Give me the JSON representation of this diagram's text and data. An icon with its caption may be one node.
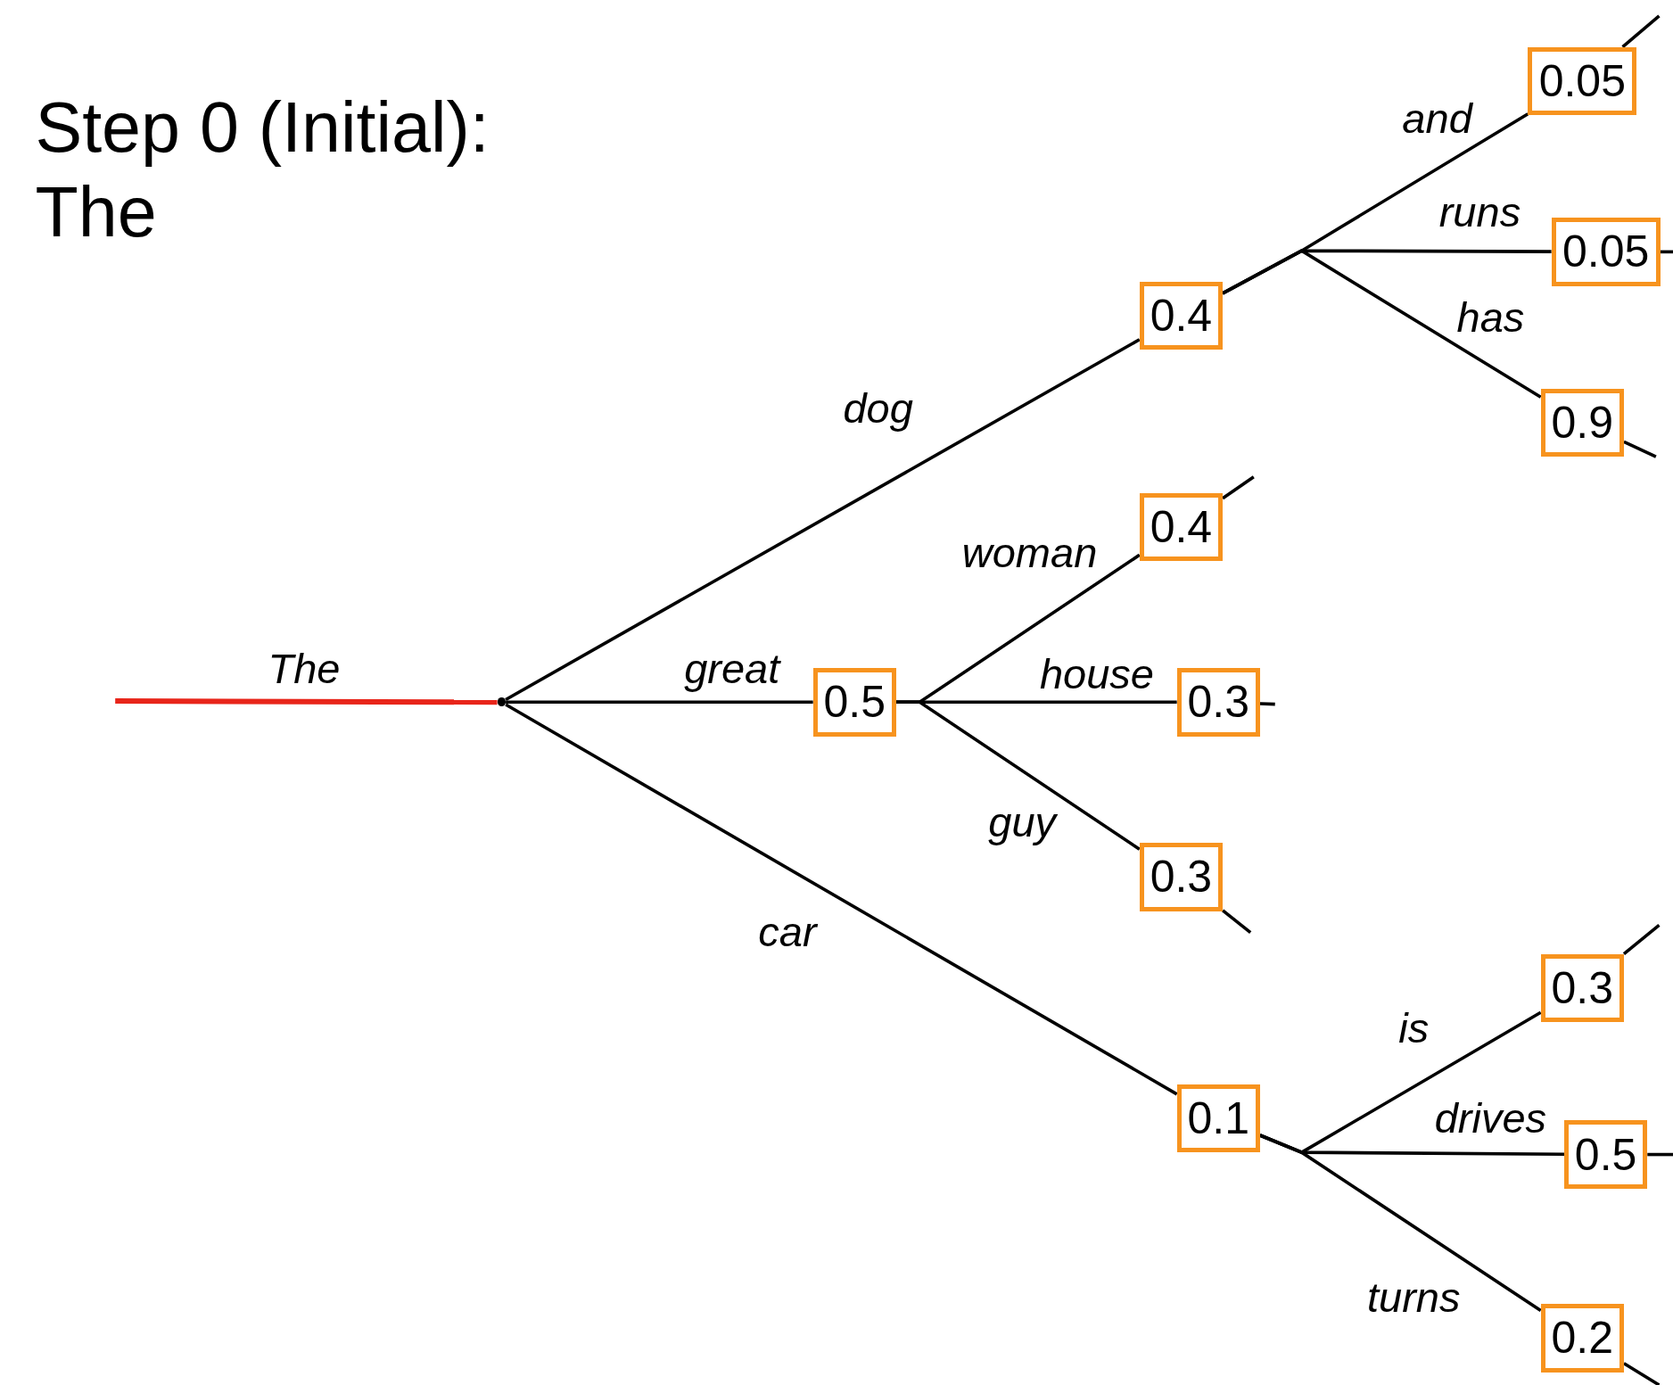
{
  "diagram": {
    "title": "Step 0 (Initial): The",
    "nodes": [
      {
        "text": [],
        "shape": "dot"
      },
      {
        "text": [
          "0.4"
        ]
      },
      {
        "text": [
          "0.05"
        ]
      },
      {
        "text": [
          "0.05"
        ]
      },
      {
        "text": [
          "0.9"
        ]
      },
      {
        "text": [
          "0.5"
        ]
      },
      {
        "text": [
          "0.4"
        ]
      },
      {
        "text": [
          "0.3"
        ]
      },
      {
        "text": [
          "0.3"
        ]
      },
      {
        "text": [
          "0.1"
        ]
      },
      {
        "text": [
          "0.3"
        ]
      },
      {
        "text": [
          "0.5"
        ]
      },
      {
        "text": [
          "0.2"
        ]
      }
    ],
    "edges": [
      {
        "from": null,
        "to": 0,
        "arrow": "none",
        "label": "The",
        "color": "#e8251a"
      },
      {
        "from": 0,
        "to": 1,
        "arrow": "none",
        "label": "dog"
      },
      {
        "from": 0,
        "to": 5,
        "arrow": "none",
        "label": "great"
      },
      {
        "from": 0,
        "to": 9,
        "arrow": "none",
        "label": "car"
      },
      {
        "from": 1,
        "to": 2,
        "arrow": "none",
        "label": "and"
      },
      {
        "from": 1,
        "to": 3,
        "arrow": "none",
        "label": "runs"
      },
      {
        "from": 1,
        "to": 4,
        "arrow": "none",
        "label": "has"
      },
      {
        "from": 5,
        "to": 6,
        "arrow": "none",
        "label": "woman"
      },
      {
        "from": 5,
        "to": 7,
        "arrow": "none",
        "label": "house"
      },
      {
        "from": 5,
        "to": 8,
        "arrow": "none",
        "label": "guy"
      },
      {
        "from": 9,
        "to": 10,
        "arrow": "none",
        "label": "is"
      },
      {
        "from": 9,
        "to": 11,
        "arrow": "none",
        "label": "drives"
      },
      {
        "from": 9,
        "to": 12,
        "arrow": "none",
        "label": "turns"
      },
      {
        "from": 2,
        "to": null,
        "arrow": "none"
      },
      {
        "from": 3,
        "to": null,
        "arrow": "none"
      },
      {
        "from": 4,
        "to": null,
        "arrow": "none"
      },
      {
        "from": 6,
        "to": null,
        "arrow": "none"
      },
      {
        "from": 7,
        "to": null,
        "arrow": "none"
      },
      {
        "from": 8,
        "to": null,
        "arrow": "none"
      },
      {
        "from": 10,
        "to": null,
        "arrow": "none"
      },
      {
        "from": 11,
        "to": null,
        "arrow": "none"
      },
      {
        "from": 12,
        "to": null,
        "arrow": "none"
      }
    ]
  }
}
